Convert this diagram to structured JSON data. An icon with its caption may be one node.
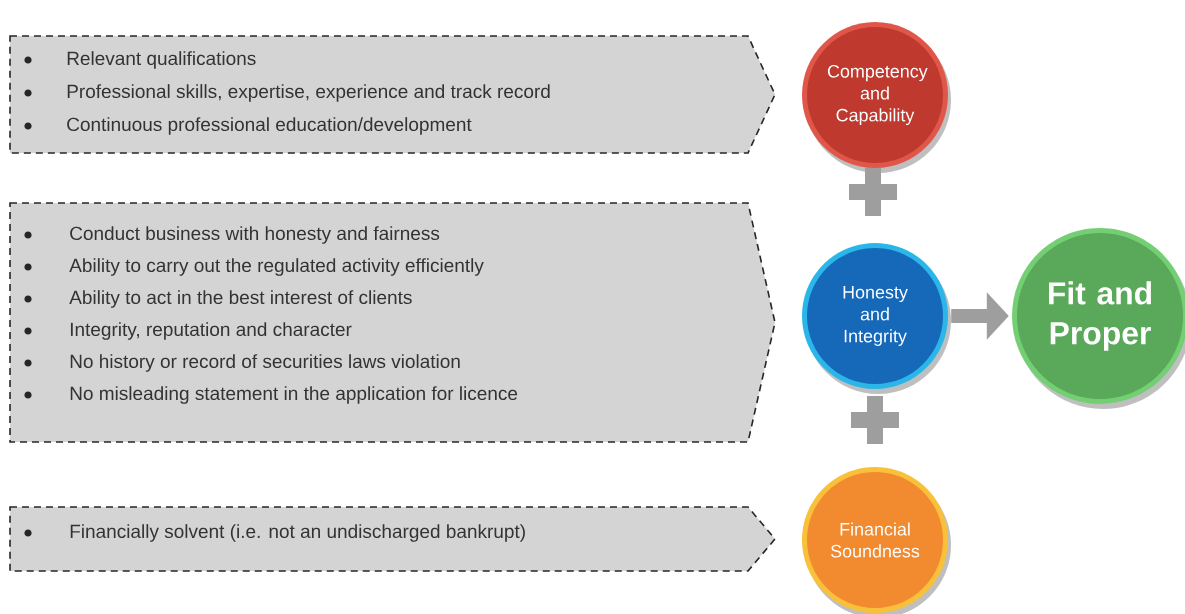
{
  "diagram": {
    "nodes": [
      {
        "text": [
          "Relevant qualifications",
          "Professional skills, expertise, experience and track record",
          "Continuous professional education/development"
        ]
      },
      {
        "text": [
          "Conduct business with honesty and fairness",
          "Ability to carry out the regulated activity efficiently",
          "Ability to act in the best interest of clients",
          "Integrity, reputation and character",
          "No history or record of securities laws violation",
          "No misleading statement in the application for licence"
        ]
      },
      {
        "text": [
          "Financially solvent (i.e. not an undischarged bankrupt)"
        ]
      },
      {
        "text": [
          "Competency and Capability"
        ]
      },
      {
        "text": [
          "Honesty and Integrity"
        ]
      },
      {
        "text": [
          "Financial Soundness"
        ]
      },
      {
        "text": [
          "Fit and Proper"
        ]
      }
    ],
    "edges": [
      {
        "from": 4,
        "to": 6,
        "arrow": "to"
      }
    ]
  }
}
